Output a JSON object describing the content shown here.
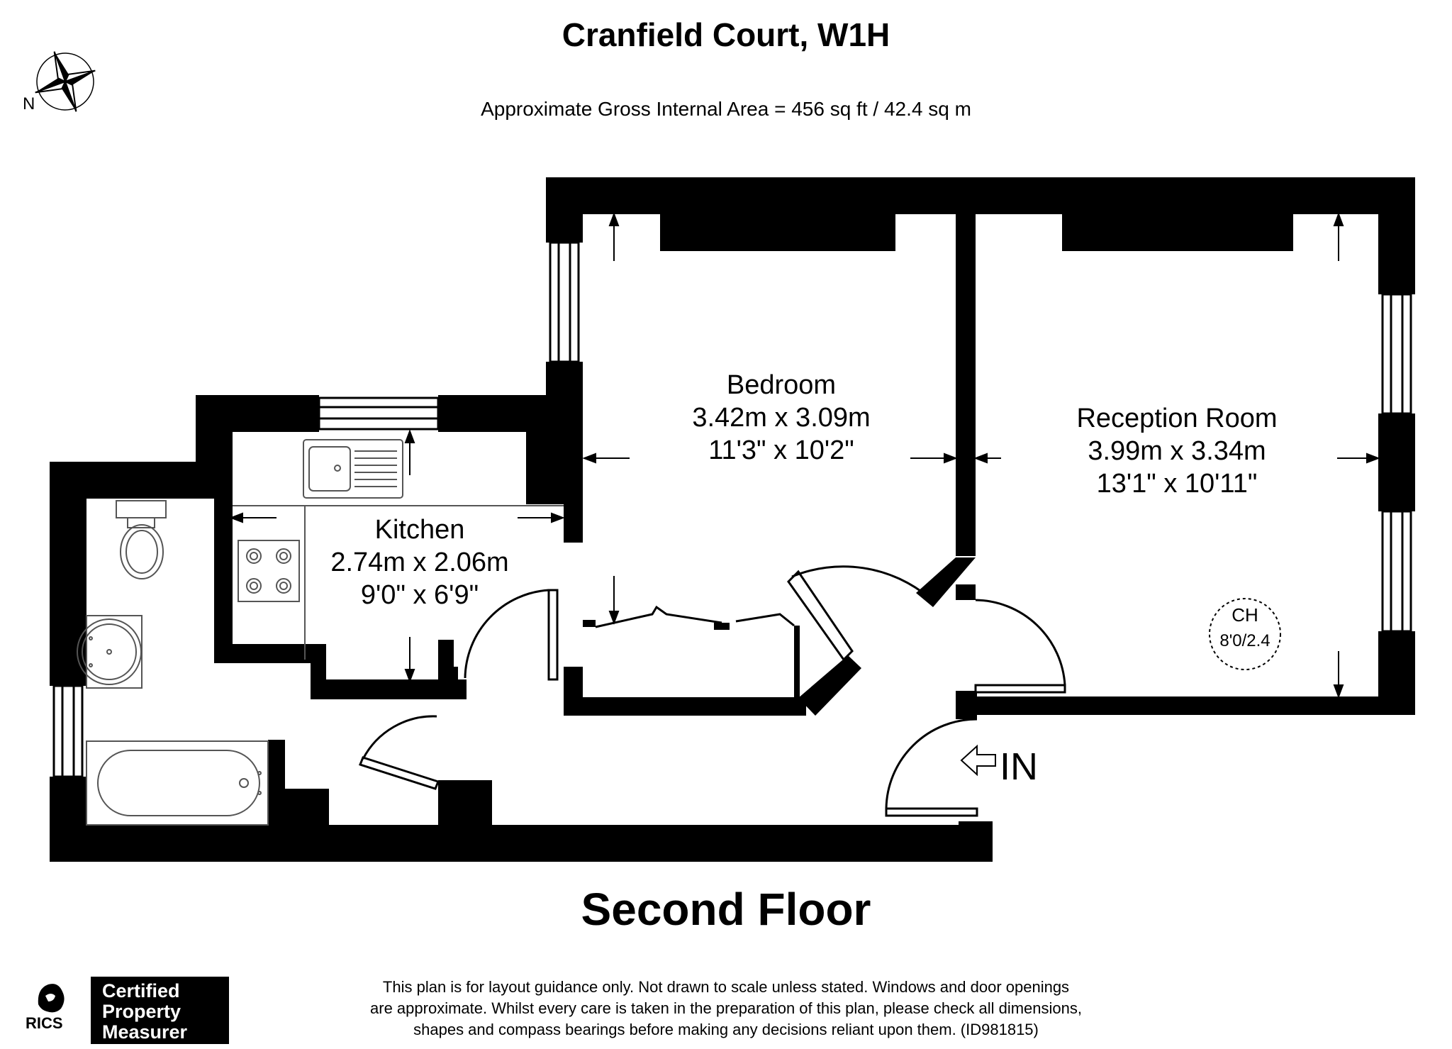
{
  "header": {
    "title": "Cranfield Court, W1H",
    "area": "Approximate Gross Internal Area = 456 sq ft / 42.4 sq m"
  },
  "compass": {
    "label": "N"
  },
  "rooms": {
    "bedroom": {
      "name": "Bedroom",
      "metric": "3.42m x 3.09m",
      "imperial": "11'3\" x 10'2\""
    },
    "reception": {
      "name": "Reception Room",
      "metric": "3.99m x 3.34m",
      "imperial": "13'1\" x 10'11\""
    },
    "kitchen": {
      "name": "Kitchen",
      "metric": "2.74m x 2.06m",
      "imperial": "9'0\" x 6'9\""
    }
  },
  "ceiling": {
    "label": "CH",
    "value": "8'0/2.4"
  },
  "entrance": {
    "label": "IN"
  },
  "floor_label": "Second Floor",
  "footer": {
    "rics": "RICS",
    "badge": [
      "Certified",
      "Property",
      "Measurer"
    ],
    "disclaimer": [
      "This plan is for layout guidance only. Not drawn to scale unless stated. Windows and door openings",
      "are approximate. Whilst every care is taken in the preparation of this plan, please check all dimensions,",
      "shapes and compass bearings before making any decisions reliant upon them. (ID981815)"
    ]
  },
  "colors": {
    "wall": "#000000",
    "background": "#ffffff",
    "fixture_line": "#555555"
  }
}
